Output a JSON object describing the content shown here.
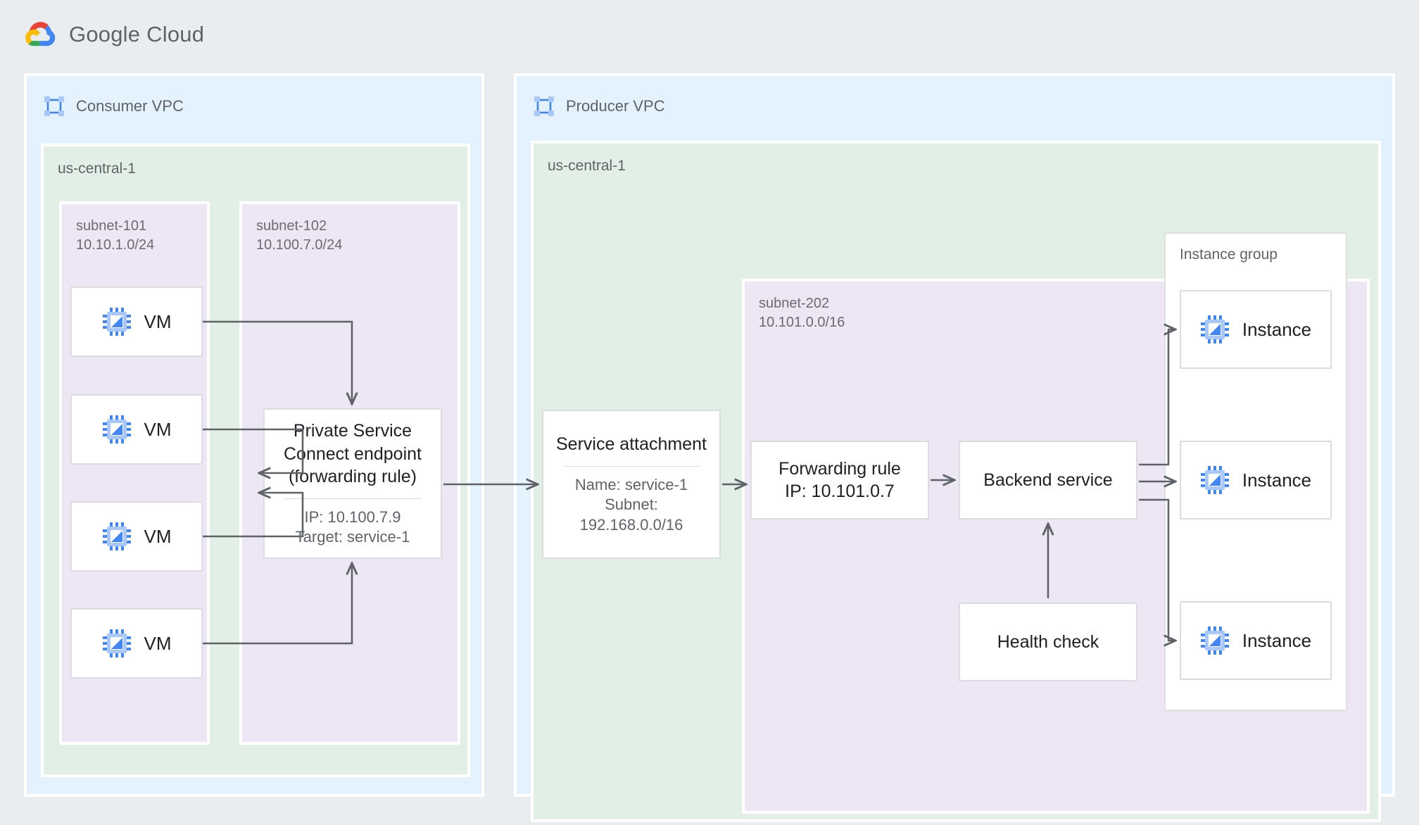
{
  "brand": {
    "name_primary": "Google",
    "name_secondary": "Cloud",
    "logo_icon": "google-cloud-logo"
  },
  "consumer": {
    "title": "Consumer VPC",
    "icon": "vpc-network-icon",
    "region": "us-central-1",
    "subnet_101": {
      "name": "subnet-101",
      "cidr": "10.10.1.0/24"
    },
    "subnet_102": {
      "name": "subnet-102",
      "cidr": "10.100.7.0/24"
    },
    "vms": [
      {
        "label": "VM",
        "icon": "vm-chip-icon"
      },
      {
        "label": "VM",
        "icon": "vm-chip-icon"
      },
      {
        "label": "VM",
        "icon": "vm-chip-icon"
      },
      {
        "label": "VM",
        "icon": "vm-chip-icon"
      }
    ],
    "psc_endpoint": {
      "title_line1": "Private Service",
      "title_line2": "Connect endpoint",
      "title_line3": "(forwarding rule)",
      "ip": "IP: 10.100.7.9",
      "target": "Target: service-1"
    }
  },
  "producer": {
    "title": "Producer VPC",
    "icon": "vpc-network-icon",
    "region": "us-central-1",
    "subnet_202": {
      "name": "subnet-202",
      "cidr": "10.101.0.0/16"
    },
    "service_attachment": {
      "title": "Service attachment",
      "name": "Name: service-1",
      "subnet_label": "Subnet:",
      "subnet_cidr": "192.168.0.0/16"
    },
    "forwarding_rule": {
      "line1": "Forwarding rule",
      "line2": "IP: 10.101.0.7"
    },
    "backend_service": {
      "label": "Backend service"
    },
    "health_check": {
      "label": "Health check"
    },
    "instance_group": {
      "label": "Instance group",
      "instances": [
        {
          "label": "Instance",
          "icon": "vm-chip-icon"
        },
        {
          "label": "Instance",
          "icon": "vm-chip-icon"
        },
        {
          "label": "Instance",
          "icon": "vm-chip-icon"
        }
      ]
    }
  },
  "colors": {
    "page_background": "#eaedef",
    "vpc_fill": "#e3f2fd",
    "region_fill": "#e2efe6",
    "subnet_fill": "#ece6f5",
    "node_fill": "#ffffff",
    "node_border": "#dadce0",
    "connector": "#5f6368",
    "text_primary": "#202124",
    "text_secondary": "#5f6368",
    "icon_blue": "#4285f4",
    "icon_blue_light": "#a8c7fa"
  }
}
